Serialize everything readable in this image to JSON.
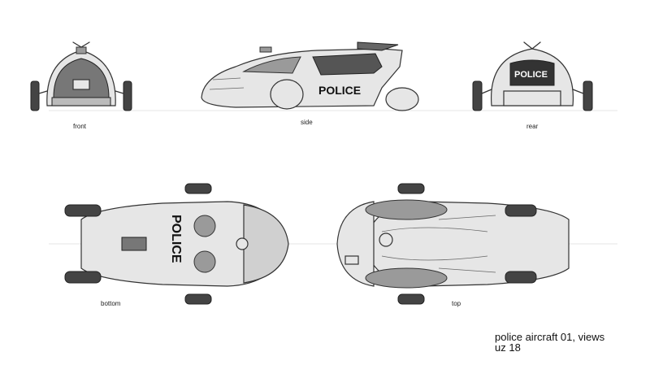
{
  "views": {
    "front": "front",
    "side": "side",
    "rear": "rear",
    "bottom": "bottom",
    "top": "top"
  },
  "vehicle_markings": {
    "side": "POLICE",
    "rear": "POLICE",
    "bottom": "POLICE"
  },
  "caption": {
    "line1": "police aircraft 01, views",
    "line2": "uz 18"
  }
}
